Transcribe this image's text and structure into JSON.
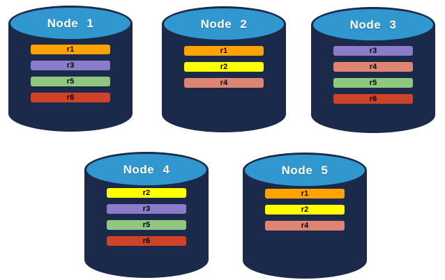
{
  "diagram": {
    "nodes": [
      {
        "label": "Node 1",
        "records": [
          "r1",
          "r3",
          "r5",
          "r6"
        ]
      },
      {
        "label": "Node 2",
        "records": [
          "r1",
          "r2",
          "r4"
        ]
      },
      {
        "label": "Node 3",
        "records": [
          "r3",
          "r4",
          "r5",
          "r6"
        ]
      },
      {
        "label": "Node 4",
        "records": [
          "r2",
          "r3",
          "r5",
          "r6"
        ]
      },
      {
        "label": "Node 5",
        "records": [
          "r1",
          "r2",
          "r4"
        ]
      }
    ],
    "record_colors": {
      "r1": "#FFA203",
      "r2": "#FFFF00",
      "r3": "#8A7CC8",
      "r4": "#E08472",
      "r5": "#8FC680",
      "r6": "#CE4327"
    },
    "node_colors": {
      "body": "#1B2A4B",
      "top": "#3097CF",
      "label_text": "#FFFFFF",
      "record_text": "#000000"
    },
    "background": "#FFFFFF"
  }
}
